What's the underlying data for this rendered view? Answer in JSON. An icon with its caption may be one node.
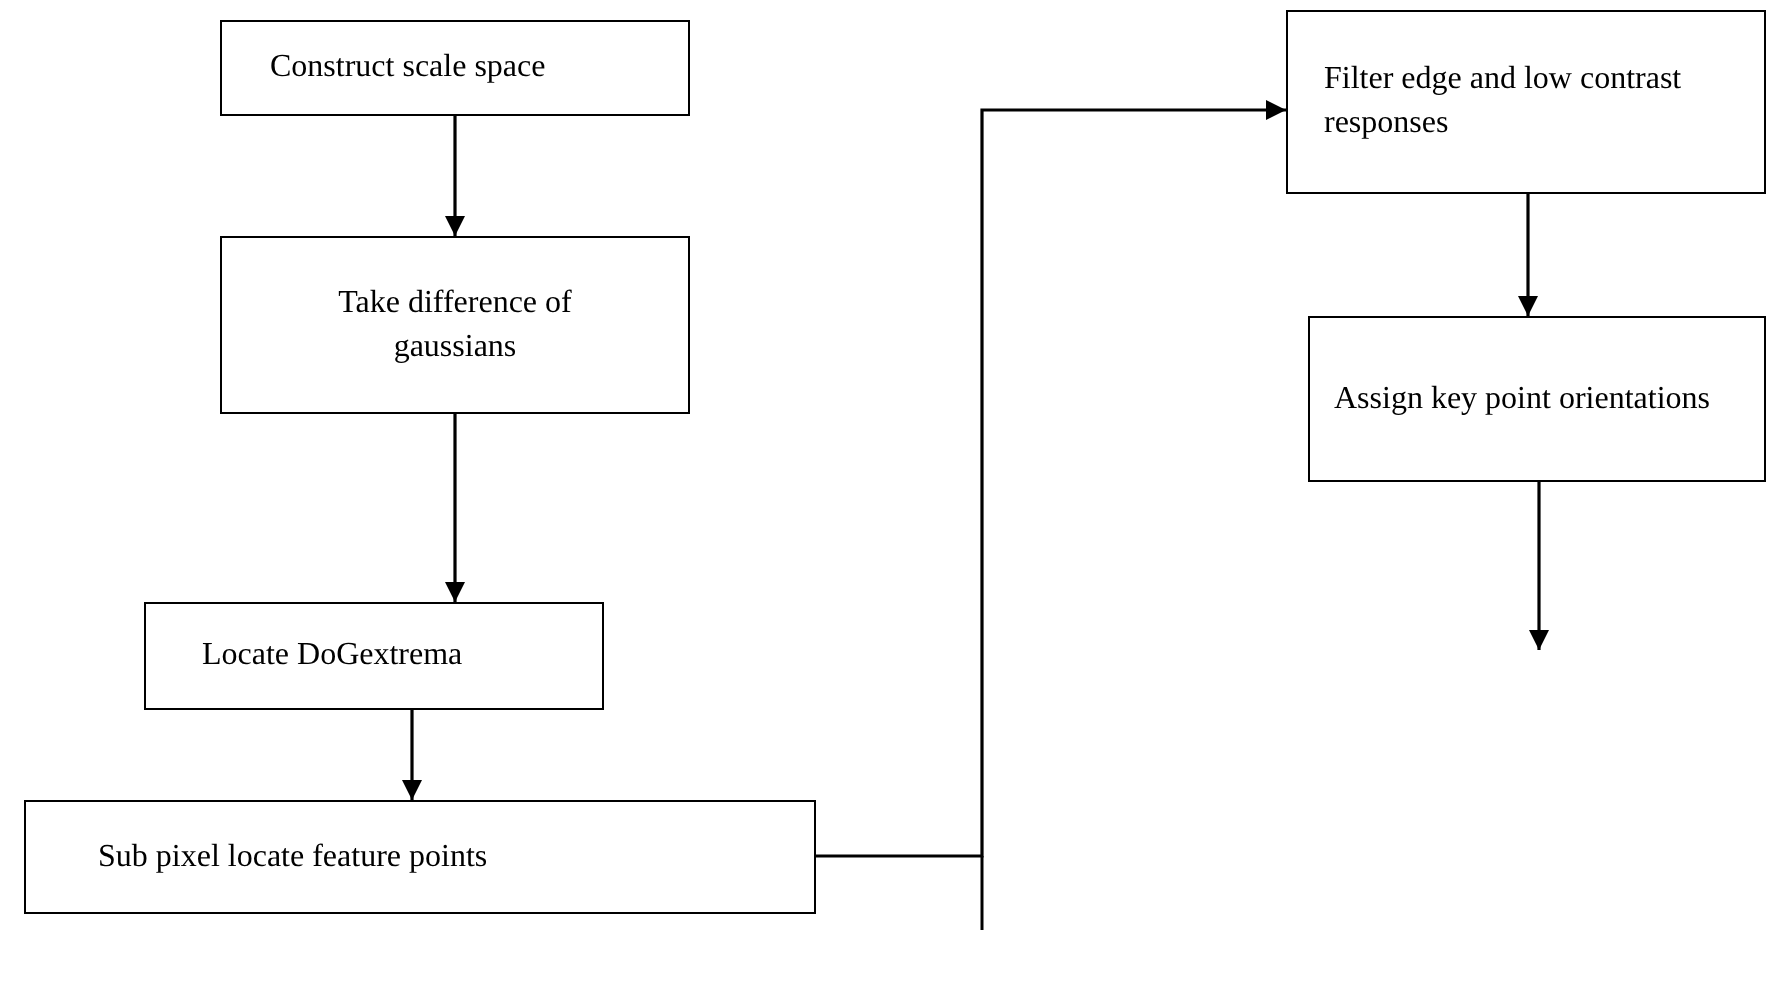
{
  "diagram": {
    "nodes": [
      {
        "text": [
          "Construct scale space"
        ]
      },
      {
        "text": [
          "Take difference of gaussians"
        ]
      },
      {
        "text": [
          "Locate DoGextrema"
        ]
      },
      {
        "text": [
          "Sub pixel locate feature points"
        ]
      },
      {
        "text": [
          "Filter edge and low contrast responses"
        ]
      },
      {
        "text": [
          "Assign key point orientations"
        ]
      }
    ],
    "edges": [
      {
        "from": 0,
        "to": 1,
        "arrow": "to"
      },
      {
        "from": 1,
        "to": 2,
        "arrow": "to"
      },
      {
        "from": 2,
        "to": 3,
        "arrow": "to"
      },
      {
        "from": 3,
        "to": 4,
        "arrow": "to"
      },
      {
        "from": 4,
        "to": 5,
        "arrow": "to"
      },
      {
        "from": 5,
        "to": null,
        "arrow": "to"
      }
    ]
  }
}
